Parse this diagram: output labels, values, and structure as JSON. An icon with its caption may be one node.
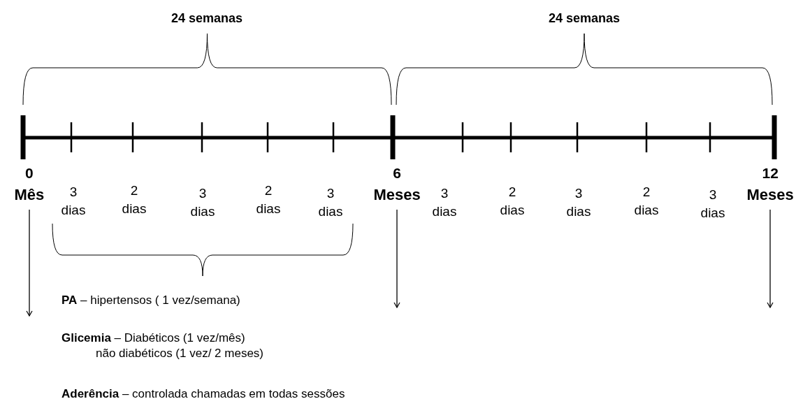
{
  "diagram": {
    "nodes": [
      {
        "text": [
          "0",
          "Mês"
        ]
      },
      {
        "text": [
          "6",
          "Meses"
        ]
      },
      {
        "text": [
          "12",
          "Meses"
        ]
      }
    ],
    "edges": [
      {
        "from": 0,
        "to": null,
        "arrow": "to"
      },
      {
        "from": 1,
        "to": null,
        "arrow": "to"
      },
      {
        "from": 2,
        "to": null,
        "arrow": "to"
      }
    ],
    "labels": [
      "24 semanas",
      "24 semanas",
      "3 dias",
      "2 dias",
      "3 dias",
      "2 dias",
      "3 dias",
      "3 dias",
      "2 dias",
      "3 dias",
      "2 dias",
      "3 dias",
      "**PA** – hipertensos ( 1 vez/semana)",
      "**Glicemia** – Diabéticos (1 vez/mês)",
      "não diabéticos (1 vez/ 2 meses)",
      "**Aderência** – controlada chamadas em todas sessões"
    ]
  }
}
